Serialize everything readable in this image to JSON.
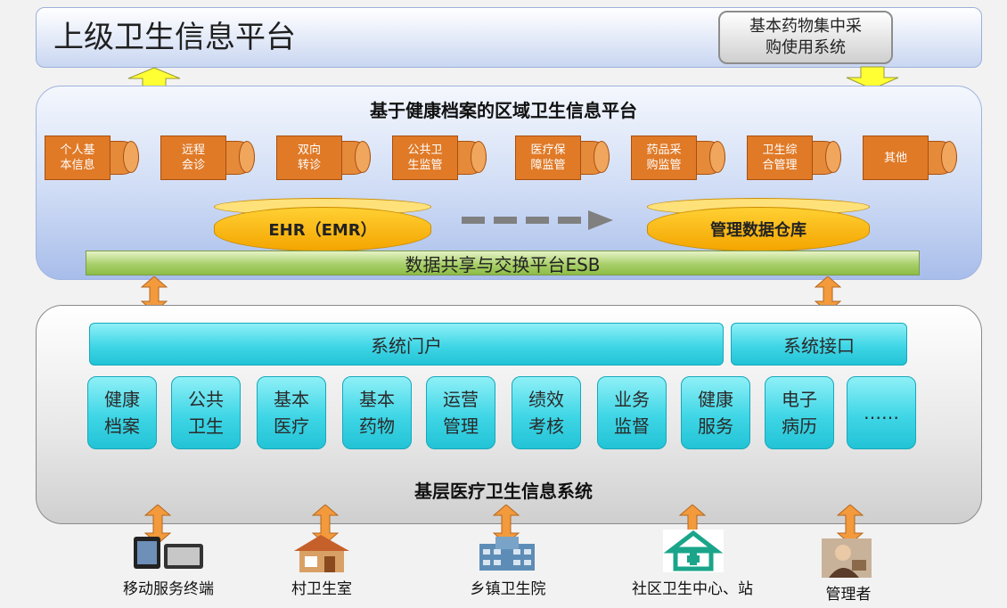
{
  "top": {
    "title": "上级卫生信息平台",
    "procurement_lines": [
      "基本药物集中采",
      "购使用系统"
    ]
  },
  "regional": {
    "title": "基于健康档案的区域卫生信息平台",
    "modules": [
      [
        "个人基",
        "本信息"
      ],
      [
        "远程",
        "会诊"
      ],
      [
        "双向",
        "转诊"
      ],
      [
        "公共卫",
        "生监管"
      ],
      [
        "医疗保",
        "障监管"
      ],
      [
        "药品采",
        "购监管"
      ],
      [
        "卫生综",
        "合管理"
      ],
      [
        "其他"
      ]
    ],
    "db_left": "EHR（EMR）",
    "db_right": "管理数据仓库",
    "esb": "数据共享与交换平台ESB"
  },
  "grassroots": {
    "title": "基层医疗卫生信息系统",
    "portal": "系统门户",
    "interface": "系统接口",
    "tiles": [
      [
        "健康",
        "档案"
      ],
      [
        "公共",
        "卫生"
      ],
      [
        "基本",
        "医疗"
      ],
      [
        "基本",
        "药物"
      ],
      [
        "运营",
        "管理"
      ],
      [
        "绩效",
        "考核"
      ],
      [
        "业务",
        "监督"
      ],
      [
        "健康",
        "服务"
      ],
      [
        "电子",
        "病历"
      ],
      [
        "……"
      ]
    ]
  },
  "endpoints": [
    {
      "label": "移动服务终端",
      "icon": "mobile-terminal-icon"
    },
    {
      "label": "村卫生室",
      "icon": "village-clinic-icon"
    },
    {
      "label": "乡镇卫生院",
      "icon": "township-hospital-icon"
    },
    {
      "label": "社区卫生中心、站",
      "icon": "community-center-icon"
    },
    {
      "label": "管理者",
      "icon": "manager-icon"
    }
  ],
  "colors": {
    "module_orange": "#e07a27",
    "db_yellow": "#f4a500",
    "esb_green": "#a9cf6b",
    "tile_cyan": "#3fd6e6",
    "arrow_yellow": "#ffff33",
    "arrow_orange": "#f29a3c"
  }
}
